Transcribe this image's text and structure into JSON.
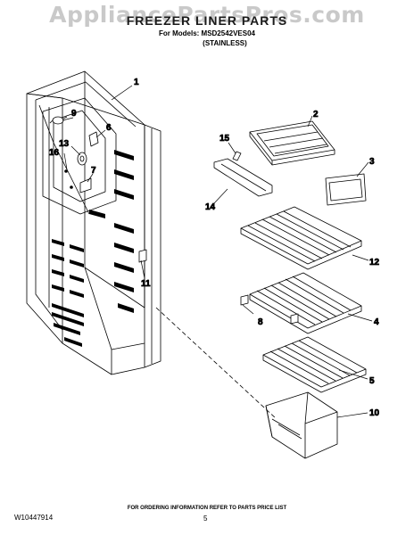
{
  "watermark": "AppliancePartsPros.com",
  "header": {
    "title": "FREEZER LINER PARTS",
    "models_line": "For Models: MSD2542VES04",
    "finish": "(STAINLESS)"
  },
  "callouts": [
    "1",
    "2",
    "3",
    "4",
    "5",
    "6",
    "7",
    "8",
    "9",
    "10",
    "11",
    "12",
    "13",
    "14",
    "15",
    "16"
  ],
  "footer": {
    "doc_number": "W10447914",
    "page": "5",
    "notice": "FOR ORDERING INFORMATION REFER TO PARTS PRICE LIST"
  }
}
